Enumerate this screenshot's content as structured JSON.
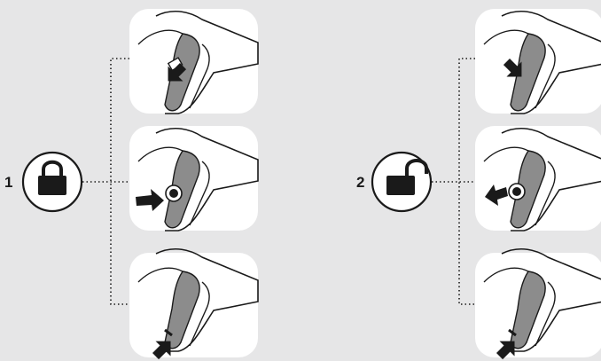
{
  "steps": [
    {
      "number": "1",
      "state": "lock",
      "icon": "padlock-closed-icon"
    },
    {
      "number": "2",
      "state": "unlock",
      "icon": "padlock-open-icon"
    }
  ],
  "colors": {
    "background": "#e6e6e7",
    "panel": "#ffffff",
    "line": "#1a1a1a",
    "trigger": "#8c8c8c"
  }
}
